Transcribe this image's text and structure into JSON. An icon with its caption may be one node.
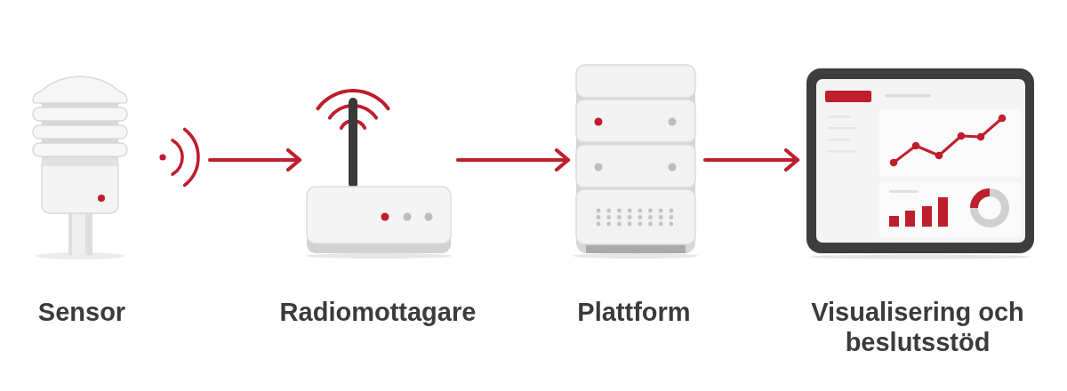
{
  "diagram": {
    "nodes": [
      {
        "text": [],
        "shape": "picture",
        "beside": [
          "Sensor"
        ]
      },
      {
        "text": [],
        "shape": "picture",
        "beside": [
          "Radiomottagare"
        ]
      },
      {
        "text": [],
        "shape": "picture",
        "beside": [
          "Plattform"
        ]
      },
      {
        "text": [],
        "shape": "picture",
        "beside": [
          "Visualisering och beslutsstöd"
        ]
      }
    ],
    "edges": [
      {
        "from": 0,
        "to": 1,
        "arrow": "to"
      },
      {
        "from": 1,
        "to": 2,
        "arrow": "to"
      },
      {
        "from": 2,
        "to": 3,
        "arrow": "to"
      }
    ]
  }
}
